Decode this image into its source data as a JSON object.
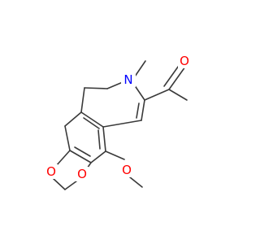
{
  "molecule": {
    "atoms": {
      "o_carbonyl": {
        "symbol": "O",
        "color": "#ff0000"
      },
      "n_ring": {
        "symbol": "N",
        "color": "#0000ff"
      },
      "o_methoxy": {
        "symbol": "O",
        "color": "#ff0000"
      },
      "o_diox_1": {
        "symbol": "O",
        "color": "#ff0000"
      },
      "o_diox_2": {
        "symbol": "O",
        "color": "#ff0000"
      }
    },
    "bond_color": "#3a3a3a",
    "background": "#ffffff"
  }
}
